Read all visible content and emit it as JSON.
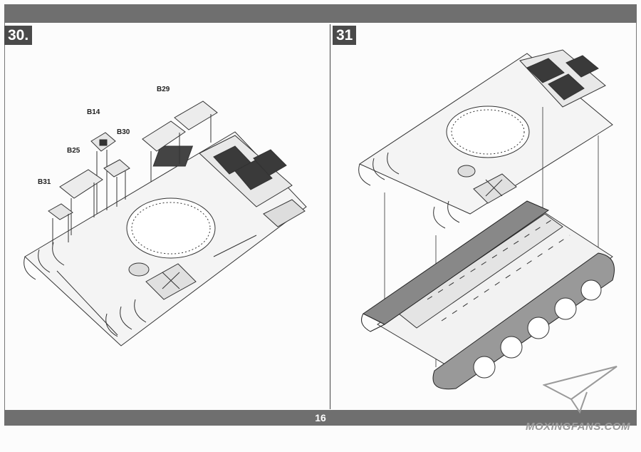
{
  "header": {
    "bar_color": "#6f6f6f"
  },
  "steps": [
    {
      "number": "30.",
      "parts": [
        "B29",
        "B14",
        "B30",
        "B25",
        "B31"
      ]
    },
    {
      "number": "31"
    }
  ],
  "footer": {
    "page_number": "16"
  },
  "watermark": {
    "text": "MOXINGFANS.COM",
    "logo_icon": "paper-plane-icon"
  }
}
